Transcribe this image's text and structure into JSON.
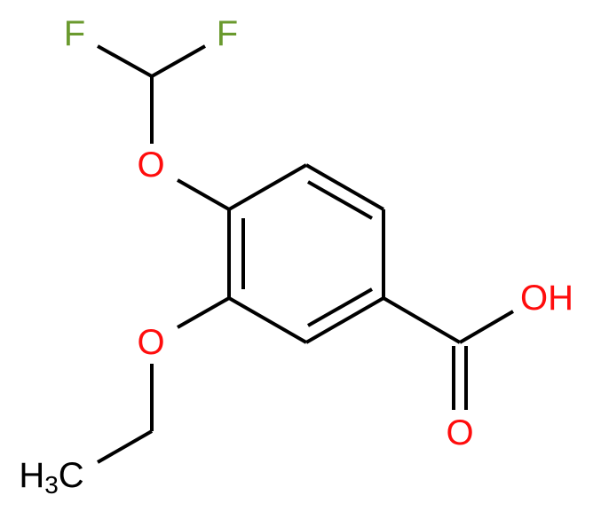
{
  "molecule": {
    "atoms": {
      "f1": "F",
      "f2": "F",
      "o_difluoromethoxy": "O",
      "o_ethoxy": "O",
      "oh": "OH",
      "o_carbonyl": "O",
      "ch3_h": "H",
      "ch3_sub": "3",
      "ch3_c": "C"
    },
    "colors": {
      "fluorine": "#6a9a2e",
      "oxygen": "#ff0d0d",
      "bond": "#000000"
    }
  }
}
